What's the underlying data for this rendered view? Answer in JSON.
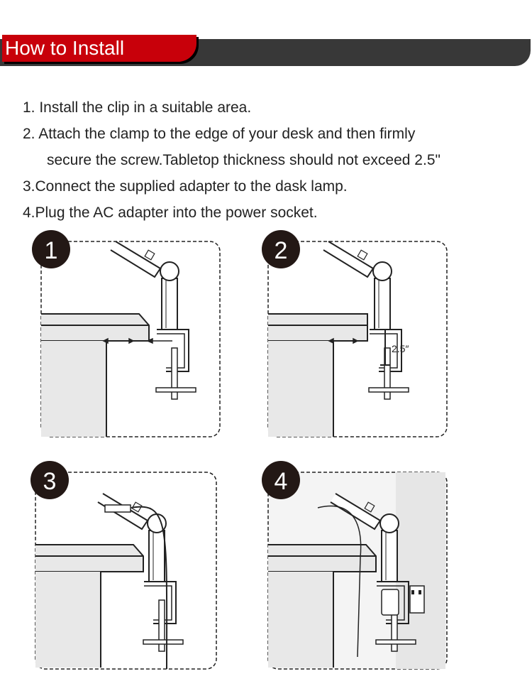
{
  "header": {
    "title": "How to Install"
  },
  "steps": [
    "1. Install the clip in a suitable area.",
    "2. Attach the clamp to the edge of your desk and then firmly",
    "secure the screw.Tabletop thickness should not exceed 2.5\"",
    "3.Connect the supplied adapter to the dask lamp.",
    "4.Plug the AC adapter into the power socket."
  ],
  "panels": [
    {
      "number": "1"
    },
    {
      "number": "2",
      "dimension_label": "2.5″"
    },
    {
      "number": "3"
    },
    {
      "number": "4"
    }
  ],
  "colors": {
    "accent": "#c8000a",
    "header_dark": "#383838",
    "badge": "#231815"
  }
}
